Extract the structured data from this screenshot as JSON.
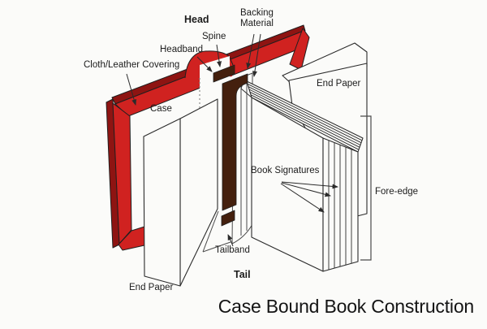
{
  "title": "Case Bound Book Construction",
  "labels": {
    "head": "Head",
    "spine": "Spine",
    "headband": "Headband",
    "backing_material": "Backing Material",
    "cloth_leather_covering": "Cloth/Leather Covering",
    "case": "Case",
    "end_paper_right": "End Paper",
    "book_signatures": "Book Signatures",
    "fore_edge": "Fore-edge",
    "tailband": "Tailband",
    "tail": "Tail",
    "end_paper_left": "End Paper"
  },
  "colors": {
    "background": "#fbfbf9",
    "cover_red": "#d02220",
    "cover_red_dark": "#8e1412",
    "spine_brown": "#44200e",
    "line_dark": "#1f1f1f",
    "line_gray": "#555555",
    "text": "#1c1c1c"
  }
}
